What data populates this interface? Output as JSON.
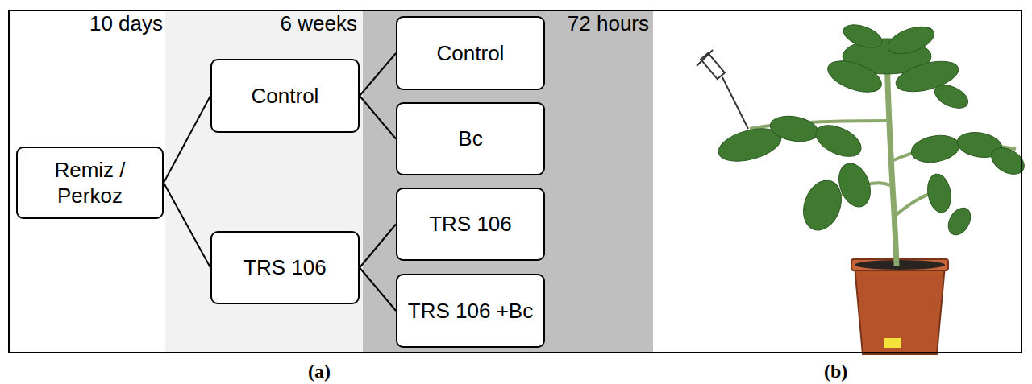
{
  "diagram": {
    "nodes": [
      {
        "text": [
          "Remiz / Perkoz"
        ]
      },
      {
        "text": [
          "Control"
        ]
      },
      {
        "text": [
          "TRS 106"
        ]
      },
      {
        "text": [
          "Control"
        ]
      },
      {
        "text": [
          "Bc"
        ]
      },
      {
        "text": [
          "TRS 106"
        ]
      },
      {
        "text": [
          "TRS 106 +Bc"
        ]
      }
    ],
    "edges": [
      {
        "from": 0,
        "to": 1,
        "arrow": "none"
      },
      {
        "from": 0,
        "to": 2,
        "arrow": "none"
      },
      {
        "from": 1,
        "to": 3,
        "arrow": "none"
      },
      {
        "from": 1,
        "to": 4,
        "arrow": "none"
      },
      {
        "from": 2,
        "to": 5,
        "arrow": "none"
      },
      {
        "from": 2,
        "to": 6,
        "arrow": "none"
      }
    ],
    "labels": [
      "10 days",
      "6 weeks",
      "72 hours",
      "(a)",
      "(b)"
    ]
  }
}
